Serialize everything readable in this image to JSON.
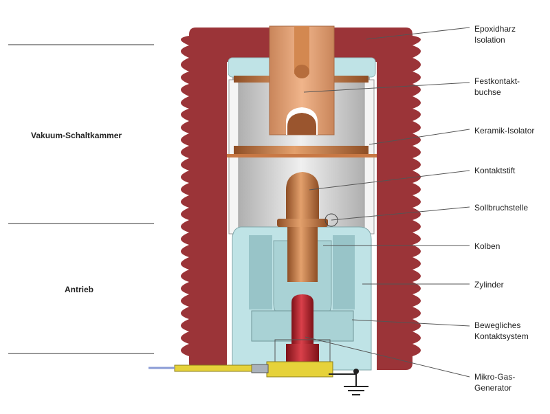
{
  "sections": {
    "vacuum_chamber": "Vakuum-Schaltkammer",
    "drive": "Antrieb"
  },
  "labels": {
    "epoxy": "Epoxidharz\nIsolation",
    "fixed_contact": "Festkontakt-\nbuchse",
    "ceramic": "Keramik-Isolator",
    "contact_pin": "Kontaktstift",
    "break_point": "Sollbruchstelle",
    "piston": "Kolben",
    "cylinder": "Zylinder",
    "moving_contact": "Bewegliches\nKontaktsystem",
    "gas_generator": "Mikro-Gas-\nGenerator"
  },
  "colors": {
    "epoxy": "#9b3438",
    "copper": "#c87844",
    "copper_light": "#e0a070",
    "ceramic": "#d8d8d8",
    "cylinder": "#bfe3e6",
    "generator": "#b8212b",
    "yellow": "#e6d23a"
  },
  "icons": {
    "ground": "ground-symbol-icon"
  }
}
